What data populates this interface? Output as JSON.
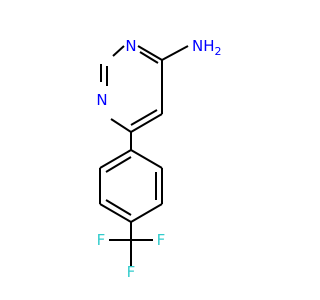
{
  "molecule": {
    "name": "",
    "atom_colors": {
      "N": "#0000FF",
      "F": "#33CCCC",
      "C": "#000000"
    },
    "labels": {
      "n1": "N",
      "n3": "N",
      "nh2": "NH",
      "nh2_sub": "2",
      "f1": "F",
      "f2": "F",
      "f3": "F"
    }
  }
}
